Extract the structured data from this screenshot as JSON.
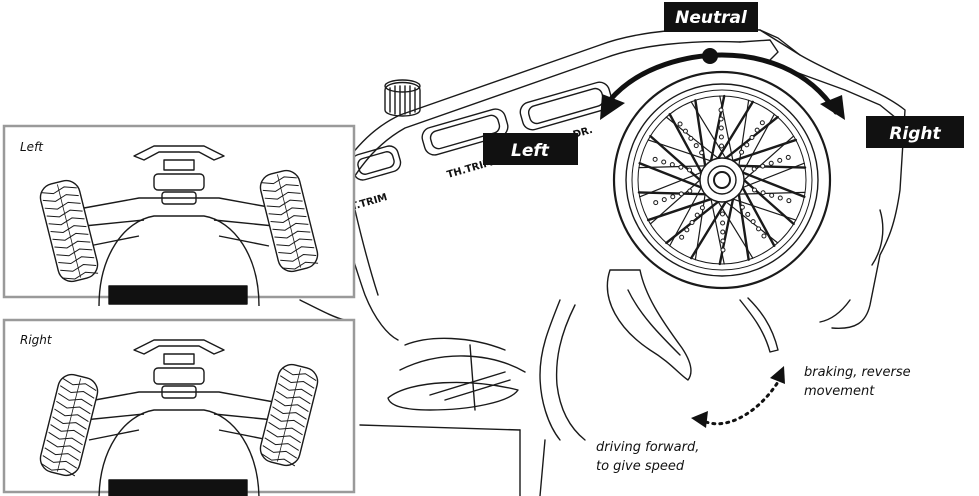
{
  "labels": {
    "neutral": "Neutral",
    "left": "Left",
    "right": "Right",
    "forward_line1": "driving forward,",
    "forward_line2": "to give speed",
    "braking_line1": "braking, reverse",
    "braking_line2": "movement"
  },
  "buttons": {
    "th_trim": "TH.TRIM",
    "st_trim": "T.TRIM",
    "dr": "DR."
  },
  "panels": [
    {
      "title": "Left"
    },
    {
      "title": "Right"
    }
  ],
  "colors": {
    "tag_background": "#111111",
    "line": "#1a1a1a",
    "panel_border": "#9a9a9a"
  }
}
